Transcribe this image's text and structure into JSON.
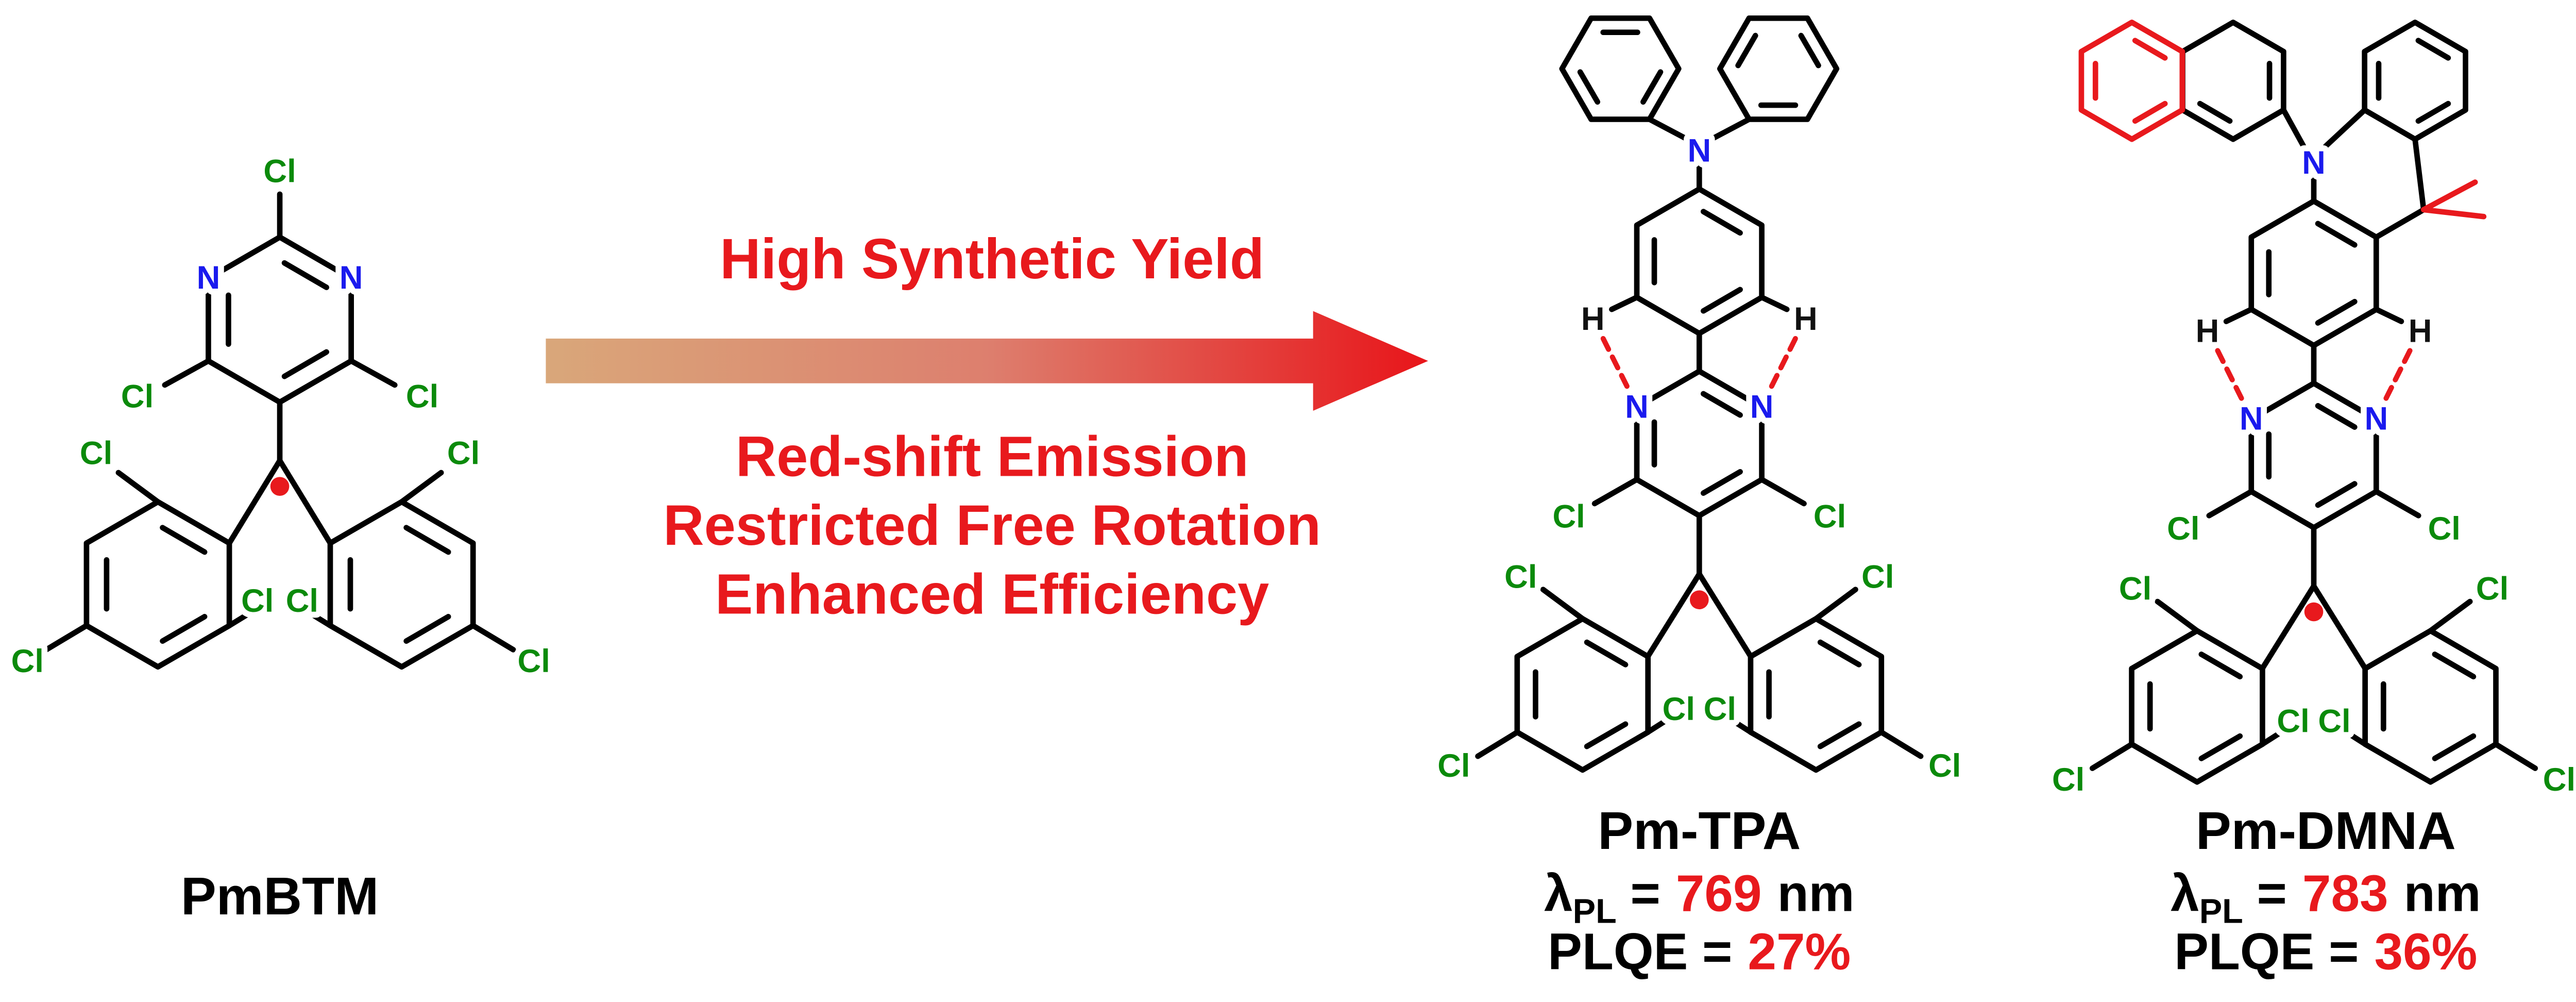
{
  "colors": {
    "red": "#e8191d",
    "green": "#0b8a0b",
    "blue": "#1a1aee",
    "arrow_start": "#d9a77a",
    "arrow_mid": "#dd7f6e",
    "arrow_end": "#e8151a"
  },
  "atoms": {
    "cl": "Cl",
    "n": "N",
    "h": "H"
  },
  "arrow": {
    "top_text": "High Synthetic Yield",
    "lines": [
      "Red-shift Emission",
      "Restricted Free Rotation",
      "Enhanced Efficiency"
    ]
  },
  "molecules": {
    "pmbtm": {
      "name": "PmBTM"
    },
    "pm_tpa": {
      "name": "Pm-TPA",
      "lambda_symbol": "λ",
      "lambda_sub": "PL",
      "eq": "=",
      "lambda_value": "769",
      "lambda_unit": "nm",
      "plqe_label": "PLQE =",
      "plqe_value": "27%"
    },
    "pm_dmna": {
      "name": "Pm-DMNA",
      "lambda_symbol": "λ",
      "lambda_sub": "PL",
      "eq": "=",
      "lambda_value": "783",
      "lambda_unit": "nm",
      "plqe_label": "PLQE =",
      "plqe_value": "36%"
    }
  }
}
